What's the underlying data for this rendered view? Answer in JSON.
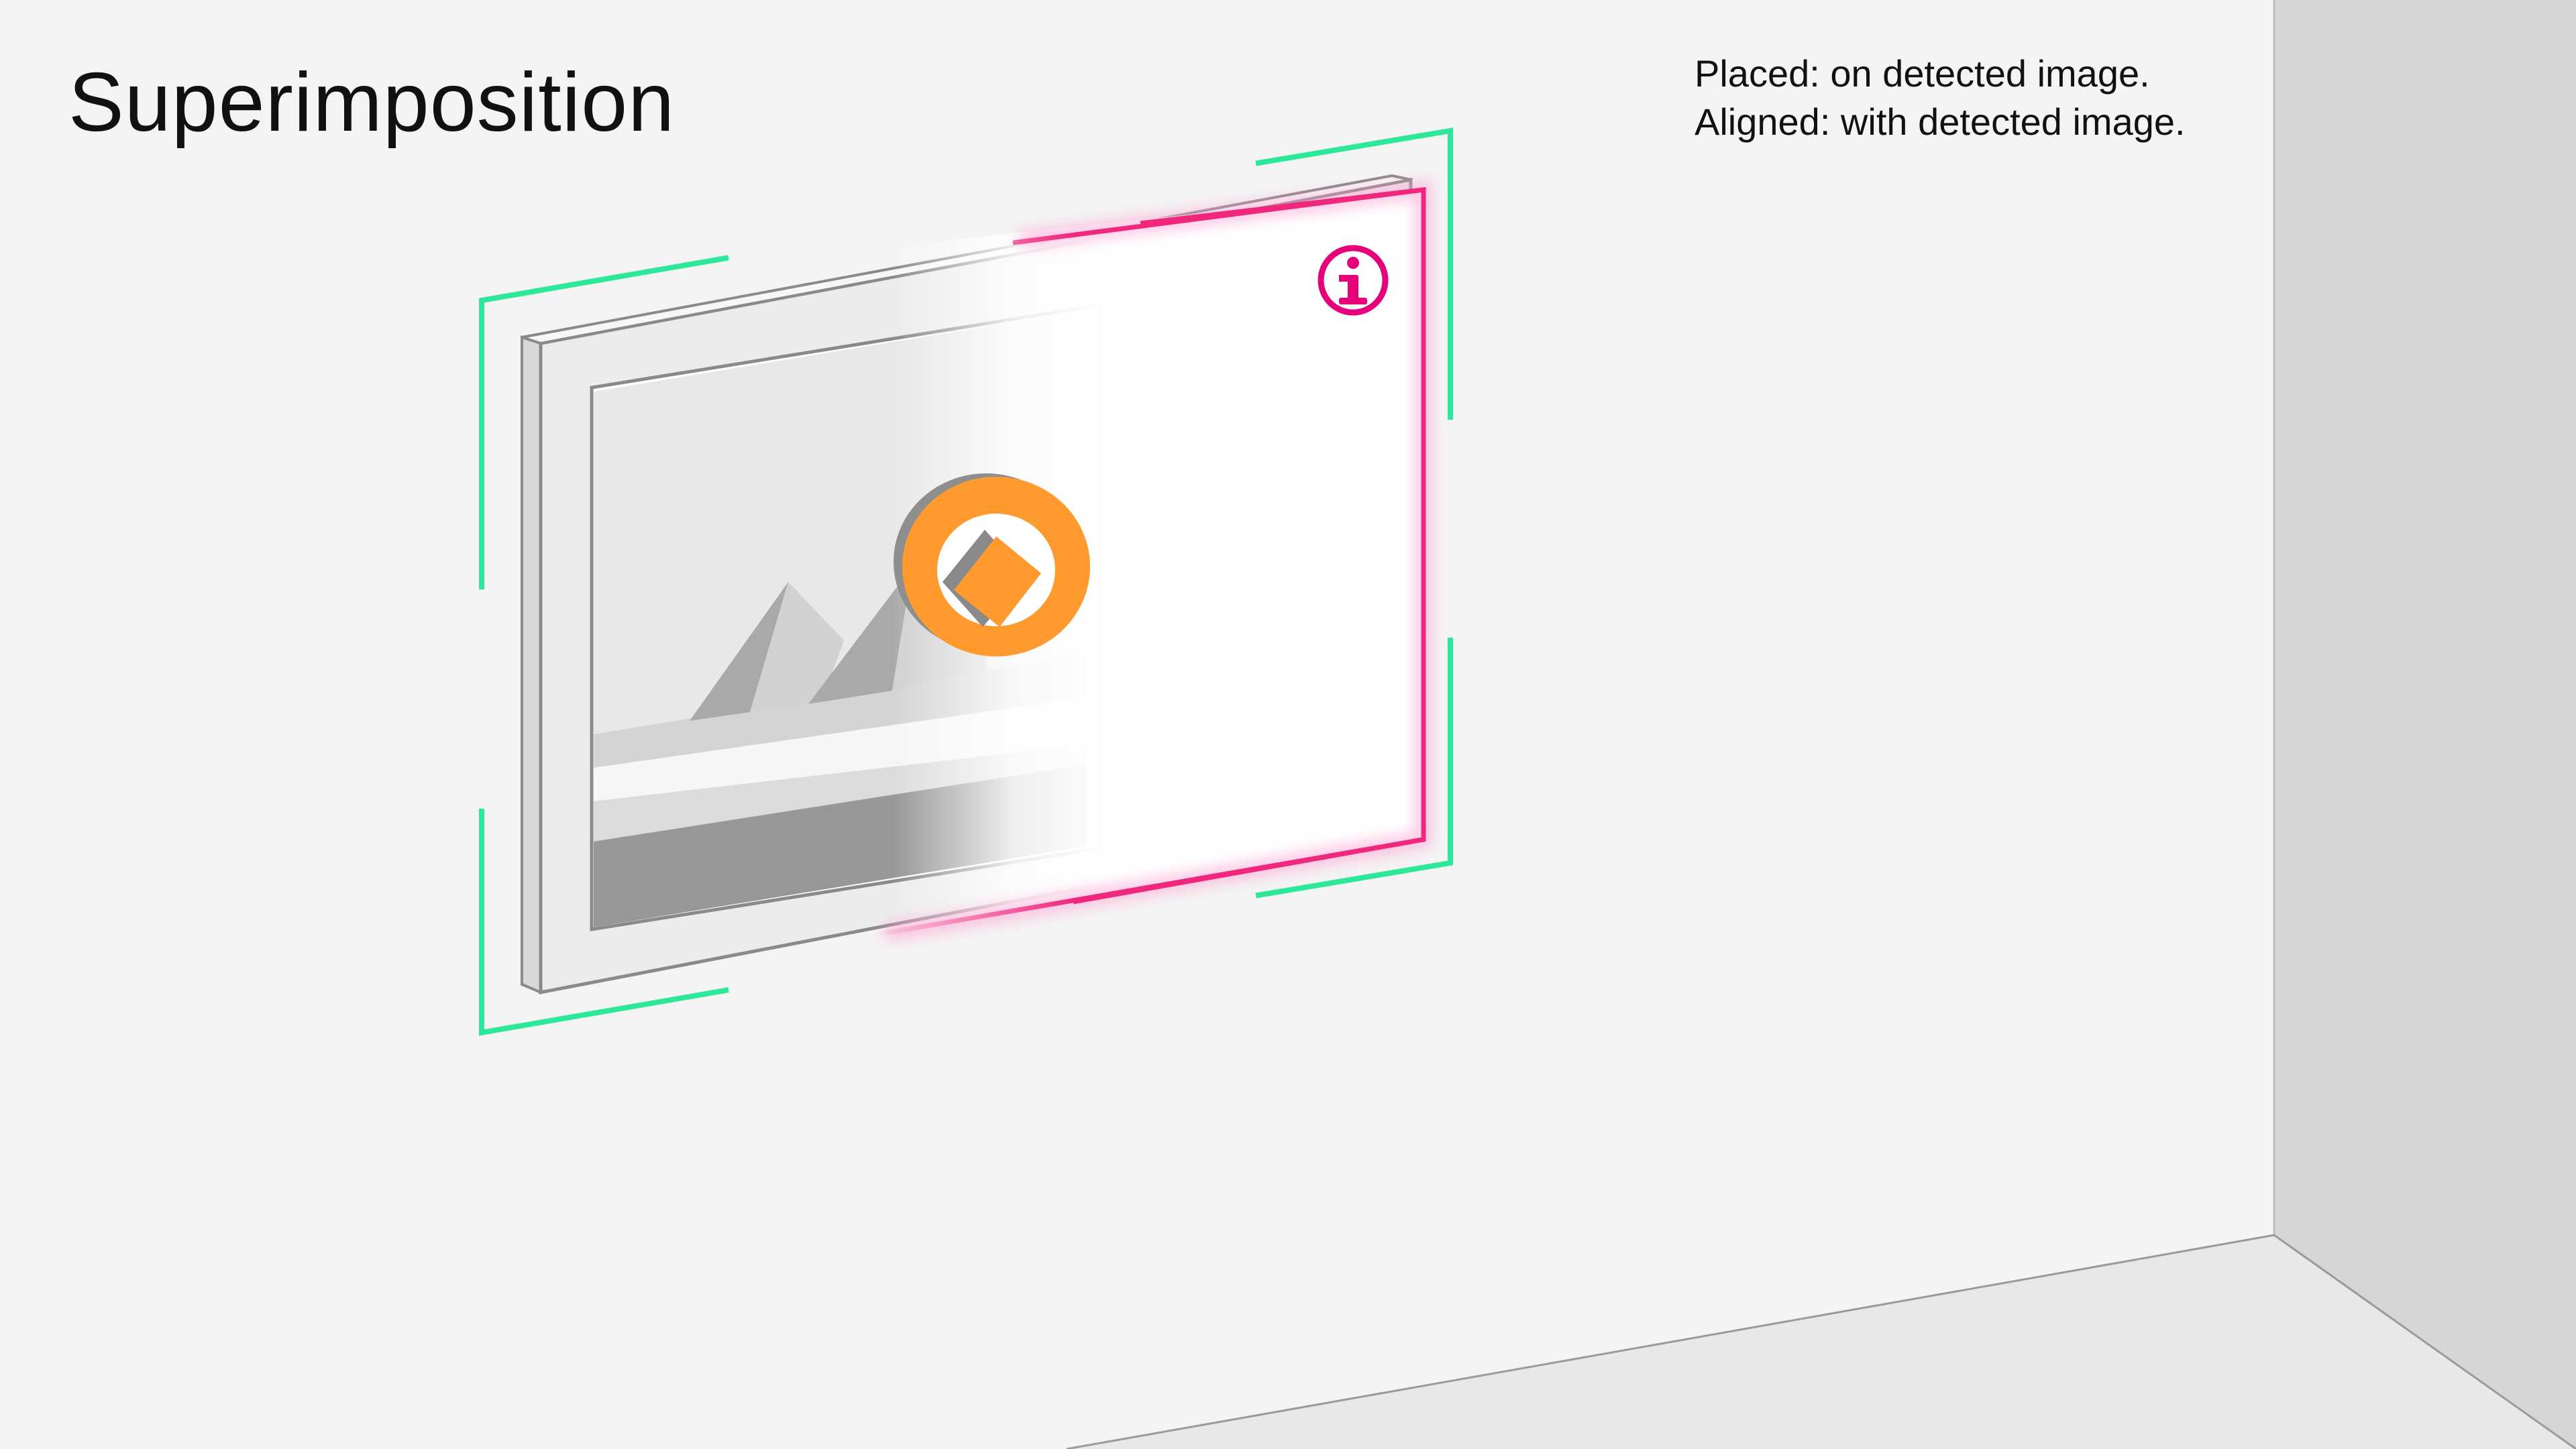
{
  "title": "Superimposition",
  "notes": {
    "placed": "Placed: on detected image.",
    "aligned": "Aligned: with detected image."
  },
  "colors": {
    "background": "#f4f4f4",
    "detection_brackets": "#2ee89a",
    "overlay_outline": "#f0287d",
    "anchor_marker": "#ff9a2e",
    "info_icon": "#e6007a"
  },
  "icons": [
    "info-icon",
    "anchor-marker-icon",
    "mountain-landscape-image"
  ]
}
